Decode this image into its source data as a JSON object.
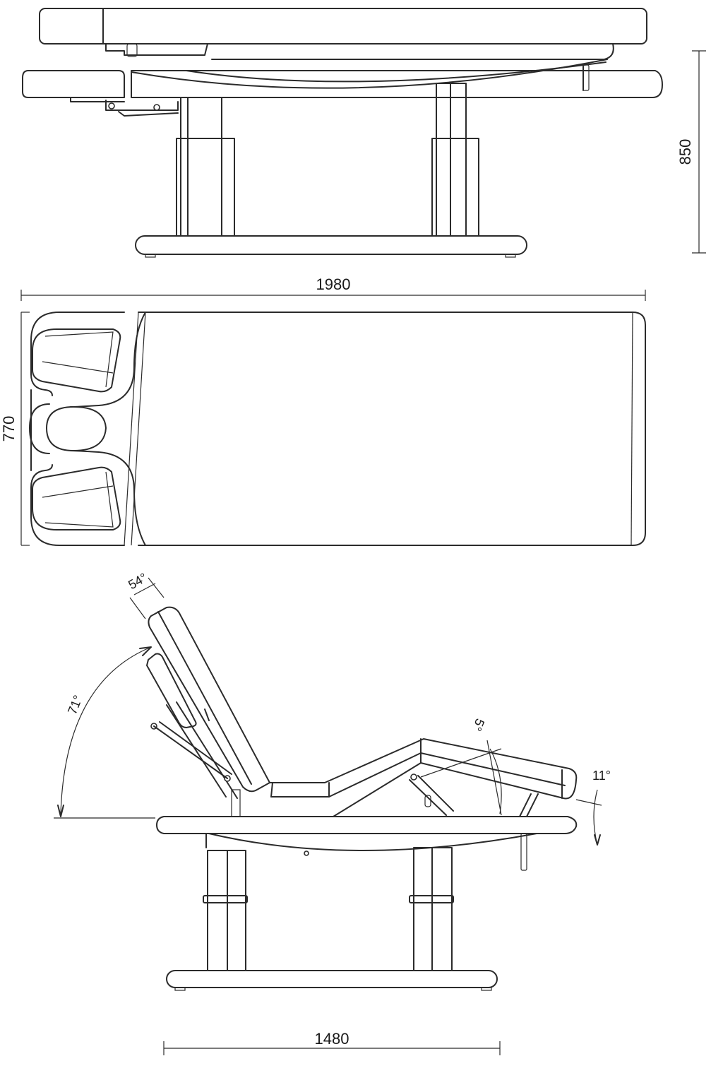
{
  "dimensions": {
    "height": "850",
    "length": "1980",
    "width": "770",
    "base_length": "1480"
  },
  "angles": {
    "head": "54°",
    "backrest": "71°",
    "leg_section": "5°",
    "foot_tilt": "11°"
  },
  "colors": {
    "line": "#2b2b2b",
    "background": "#ffffff"
  }
}
